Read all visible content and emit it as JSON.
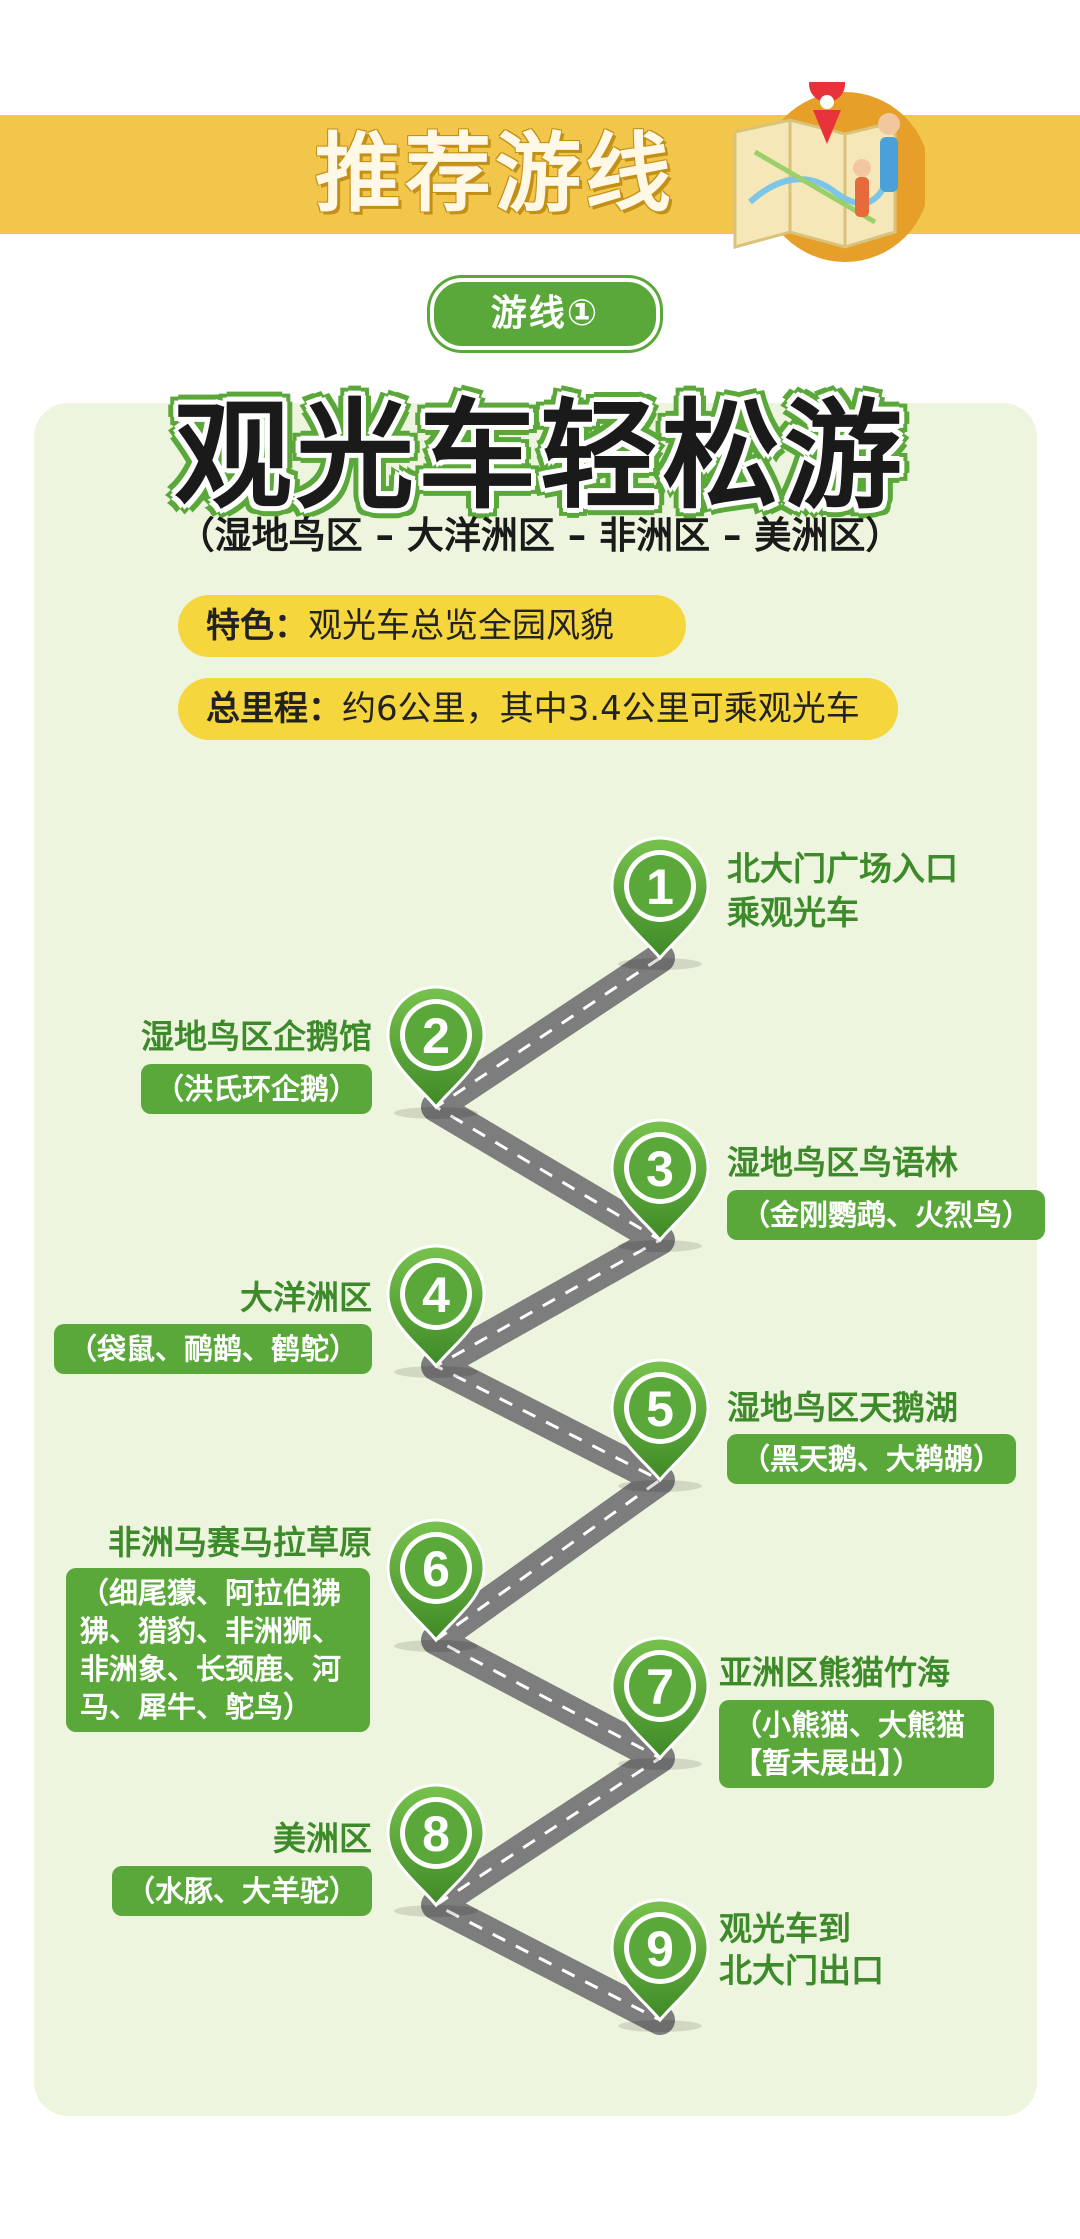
{
  "header": {
    "title": "推荐游线"
  },
  "route": {
    "badge": "游线①",
    "title": "观光车轻松游",
    "subtitle": "（湿地鸟区 – 大洋洲区 – 非洲区 – 美洲区）",
    "feature_label": "特色：",
    "feature_value": "观光车总览全园风貌",
    "distance_label": "总里程：",
    "distance_value": "约6公里，其中3.4公里可乘观光车"
  },
  "stops": [
    {
      "num": "1",
      "title": "北大门广场入口",
      "title2": "乘观光车"
    },
    {
      "num": "2",
      "title": "湿地鸟区企鹅馆",
      "sub": "（洪氏环企鹅）"
    },
    {
      "num": "3",
      "title": "湿地鸟区鸟语林",
      "sub": "（金刚鹦鹉、火烈鸟）"
    },
    {
      "num": "4",
      "title": "大洋洲区",
      "sub": "（袋鼠、鸸鹋、鹤鸵）"
    },
    {
      "num": "5",
      "title": "湿地鸟区天鹅湖",
      "sub": "（黑天鹅、大鹈鹕）"
    },
    {
      "num": "6",
      "title": "非洲马赛马拉草原",
      "sub": "（细尾獴、阿拉伯狒狒、猎豹、非洲狮、非洲象、长颈鹿、河马、犀牛、鸵鸟）"
    },
    {
      "num": "7",
      "title": "亚洲区熊猫竹海",
      "sub": "（小熊猫、大熊猫【暂未展出】）"
    },
    {
      "num": "8",
      "title": "美洲区",
      "sub": "（水豚、大羊驼）"
    },
    {
      "num": "9",
      "title": "观光车到",
      "title2": "北大门出口"
    }
  ],
  "colors": {
    "banner": "#f1c64a",
    "green": "#5aa83a",
    "panel": "#eef5df",
    "yellow_pill": "#f6d63d",
    "road": "#8a8a8a"
  }
}
